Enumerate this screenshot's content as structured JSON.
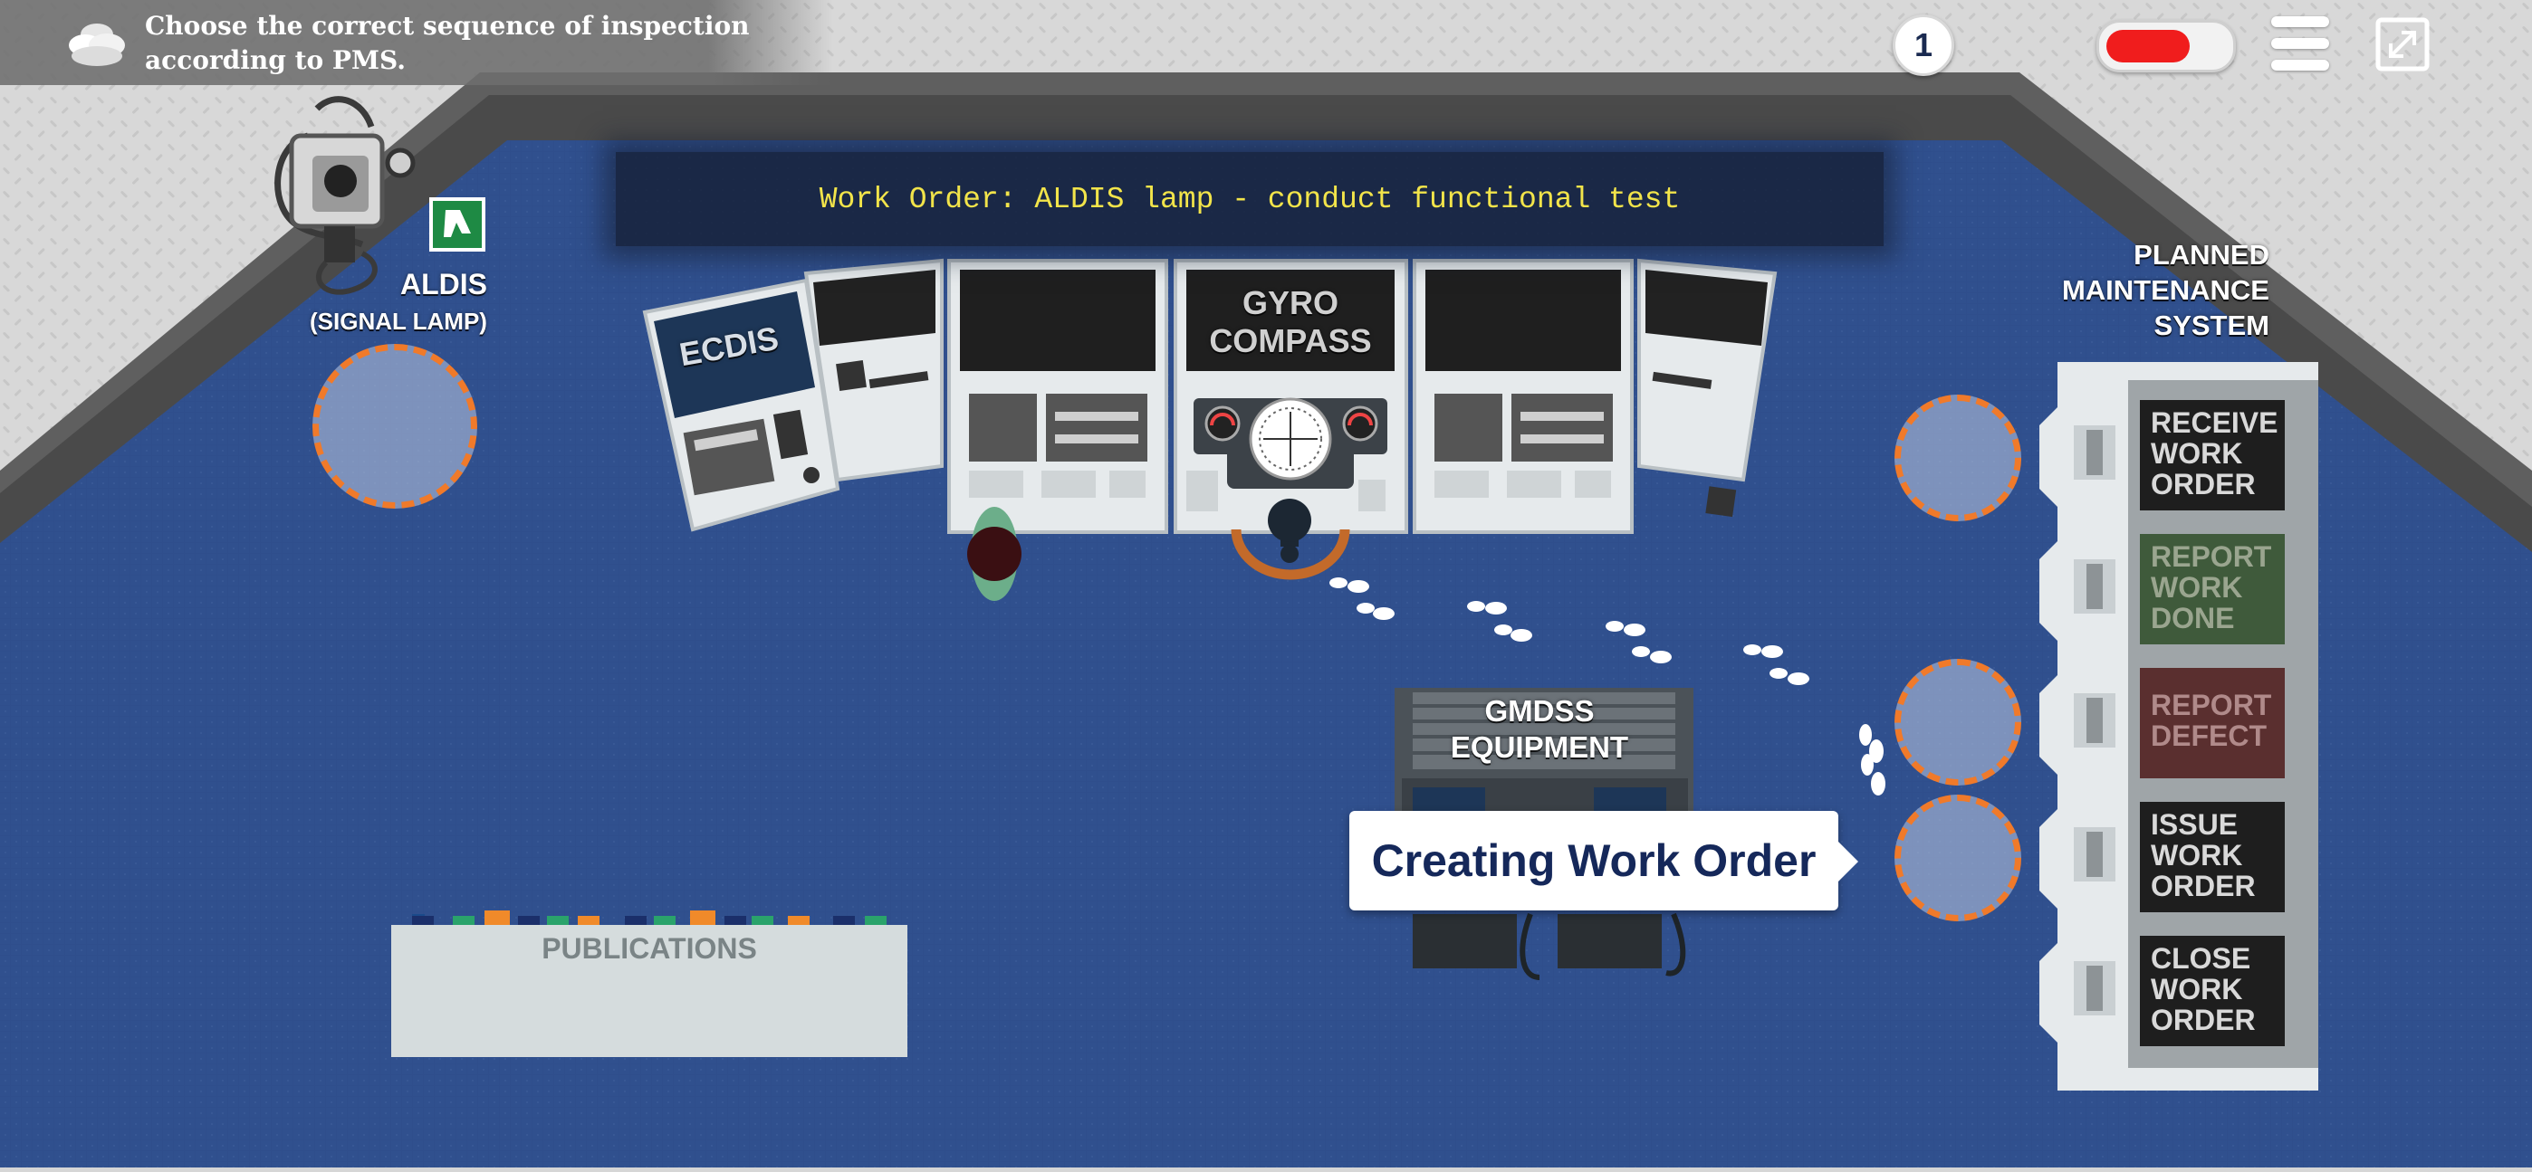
{
  "instruction": {
    "line1": "Choose the correct sequence of inspection",
    "line2": "according to PMS."
  },
  "counter": "1",
  "toggle": {
    "state": "on",
    "color": "#f01d1d"
  },
  "work_order_banner": "Work Order: ALDIS lamp - conduct functional test",
  "labels": {
    "aldis": "ALDIS",
    "aldis_sub": "(SIGNAL LAMP)",
    "ecdis": "ECDIS",
    "gyro_line1": "GYRO",
    "gyro_line2": "COMPASS",
    "gmdss_line1": "GMDSS",
    "gmdss_line2": "EQUIPMENT",
    "publications": "PUBLICATIONS"
  },
  "pms": {
    "title_lines": [
      "PLANNED",
      "MAINTENANCE",
      "SYSTEM"
    ],
    "buttons": [
      {
        "lines": [
          "RECEIVE",
          "WORK",
          "ORDER"
        ],
        "bg": "#1e1e1e",
        "fg": "#d9d9d9"
      },
      {
        "lines": [
          "REPORT",
          "WORK",
          "DONE"
        ],
        "bg": "#3f5a3b",
        "fg": "#9aa58f"
      },
      {
        "lines": [
          "REPORT",
          "DEFECT"
        ],
        "bg": "#5a2f2f",
        "fg": "#b08a8a"
      },
      {
        "lines": [
          "ISSUE",
          "WORK",
          "ORDER"
        ],
        "bg": "#1e1e1e",
        "fg": "#d9d9d9"
      },
      {
        "lines": [
          "CLOSE",
          "WORK",
          "ORDER"
        ],
        "bg": "#1e1e1e",
        "fg": "#d9d9d9"
      }
    ]
  },
  "tooltip": "Creating Work Order",
  "colors": {
    "floor": "#2f4e8c",
    "wall": "#6b6b6b",
    "slot_border": "#f07a2a",
    "banner_text": "#f2e44a"
  },
  "icons": [
    "cloud-icon",
    "menu-icon",
    "fullscreen-icon",
    "emergency-exit-icon",
    "aldis-lamp-icon",
    "steering-wheel-icon",
    "compass-dial-icon",
    "footprints-icon",
    "telephone-icon"
  ]
}
